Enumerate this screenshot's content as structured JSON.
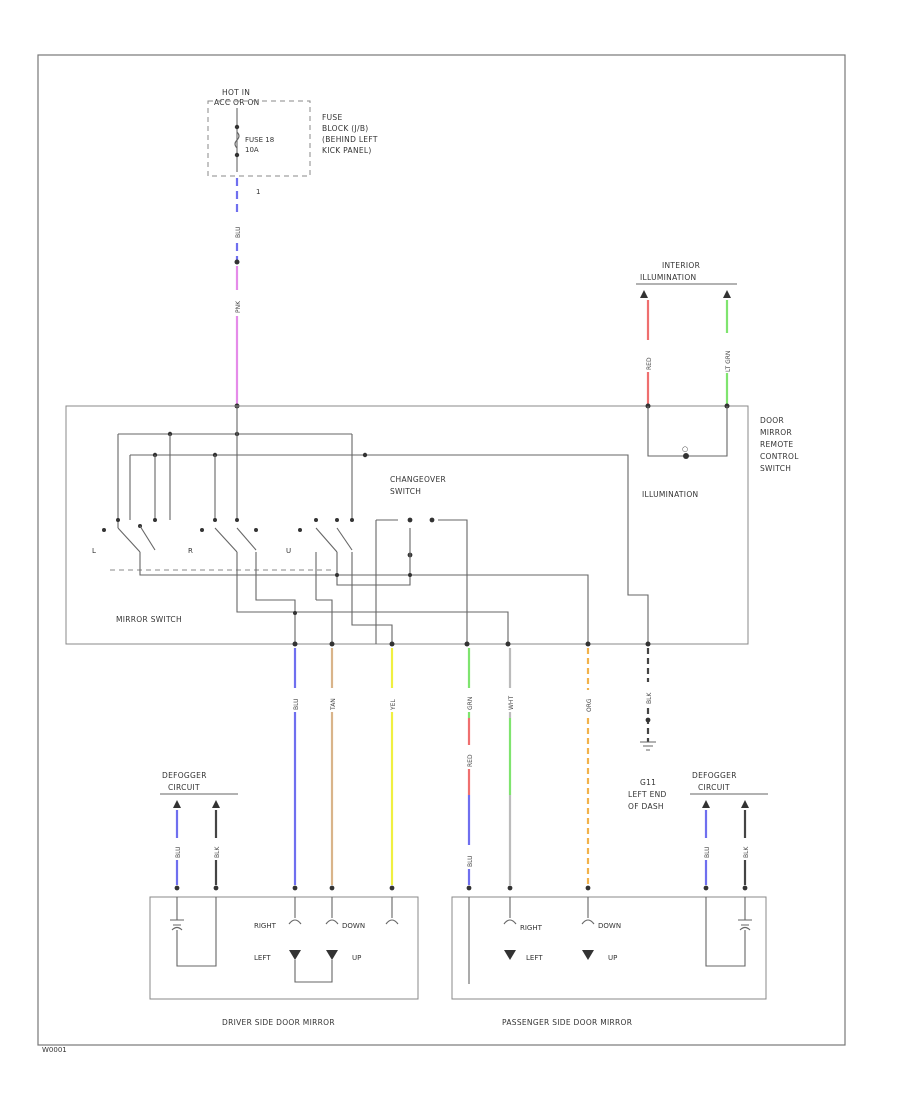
{
  "labels": {
    "hot_in": "HOT IN",
    "acc_or_on": "ACC OR ON",
    "fuse": "FUSE 18",
    "fuse_amp": "10A",
    "fuse_block_1": "FUSE",
    "fuse_block_2": "BLOCK (J/B)",
    "fuse_block_3": "(BEHIND LEFT",
    "fuse_block_4": "KICK PANEL)",
    "interior_1": "INTERIOR",
    "interior_2": "ILLUMINATION",
    "door_mirror_1": "DOOR",
    "door_mirror_2": "MIRROR",
    "door_mirror_3": "REMOTE",
    "door_mirror_4": "CONTROL",
    "door_mirror_5": "SWITCH",
    "changeover_1": "CHANGEOVER",
    "changeover_2": "SWITCH",
    "illumination": "ILLUMINATION",
    "mirror_switch": "MIRROR SWITCH",
    "defogger_left_1": "DEFOGGER",
    "defogger_left_2": "CIRCUIT",
    "defogger_right_1": "DEFOGGER",
    "defogger_right_2": "CIRCUIT",
    "ground_1": "G11",
    "ground_2": "LEFT END",
    "ground_3": "OF DASH",
    "driver_mirror": "DRIVER SIDE DOOR MIRROR",
    "passenger_mirror": "PASSENGER SIDE DOOR MIRROR",
    "right": "RIGHT",
    "left": "LEFT",
    "down": "DOWN",
    "up": "UP",
    "right_p": "RIGHT",
    "left_p": "LEFT",
    "down_p": "DOWN",
    "up_p": "UP",
    "code": "W0001"
  },
  "wire_labels": {
    "blu_top": "BLU",
    "pnk": "PNK",
    "red_top": "RED",
    "lt_grn": "LT GRN",
    "blu_driver": "BLU",
    "tan": "TAN",
    "yel": "YEL",
    "grn_p": "GRN",
    "red_p": "RED",
    "blu_p": "BLU",
    "wht": "WHT",
    "org": "ORG",
    "blk": "BLK",
    "blu_def_l": "BLU",
    "blk_def_l": "BLK",
    "blu_def_r": "BLU",
    "blk_def_r": "BLK"
  },
  "colors": {
    "blue": "#6f6fef",
    "pink": "#e58be9",
    "red": "#ef6f6f",
    "green": "#7fe46f",
    "tan": "#d9b48a",
    "yellow": "#f0f040",
    "orange": "#f2b24a",
    "black": "#444444"
  }
}
